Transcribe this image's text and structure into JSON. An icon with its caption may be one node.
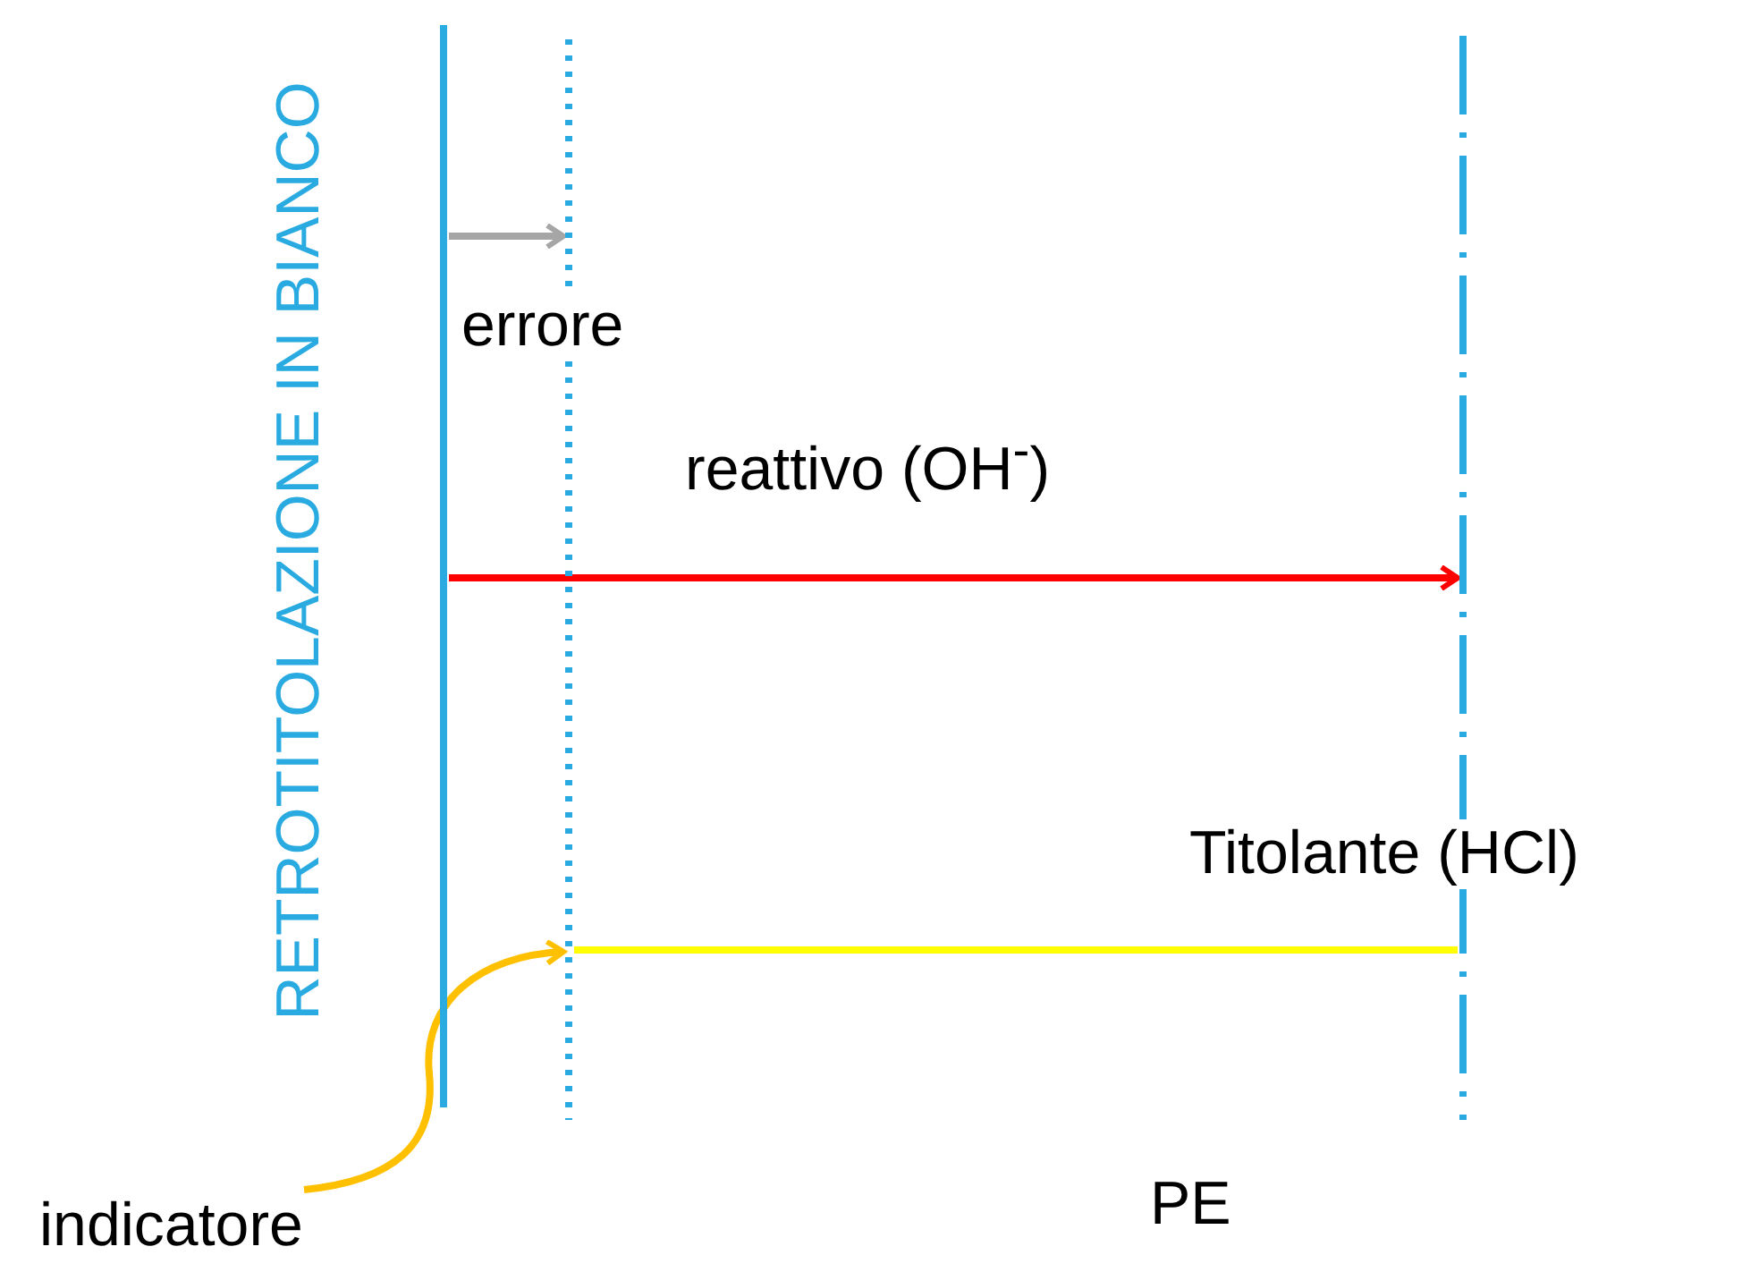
{
  "diagram": {
    "nodes": [
      {
        "text": [],
        "shape": "bar",
        "beside": [
          "RETROTITOLAZIONE IN BIANCO"
        ]
      },
      {
        "text": [],
        "shape": "bar"
      },
      {
        "text": [],
        "shape": "bar"
      },
      {
        "text": [
          "indicatore"
        ]
      }
    ],
    "edges": [
      {
        "from": 0,
        "to": 1,
        "arrow": "to",
        "label": "errore",
        "color": "#a6a6a6"
      },
      {
        "from": 0,
        "to": 2,
        "arrow": "to",
        "label": "reattivo (OH$^{-}$)",
        "color": "#ff0000"
      },
      {
        "from": 2,
        "to": 1,
        "arrow": "none",
        "label": "Titolante (HCl)",
        "color": "#ffff00"
      },
      {
        "from": 3,
        "to": 1,
        "arrow": "to",
        "color": "#ffc000"
      }
    ],
    "labels": [
      "PE"
    ]
  }
}
